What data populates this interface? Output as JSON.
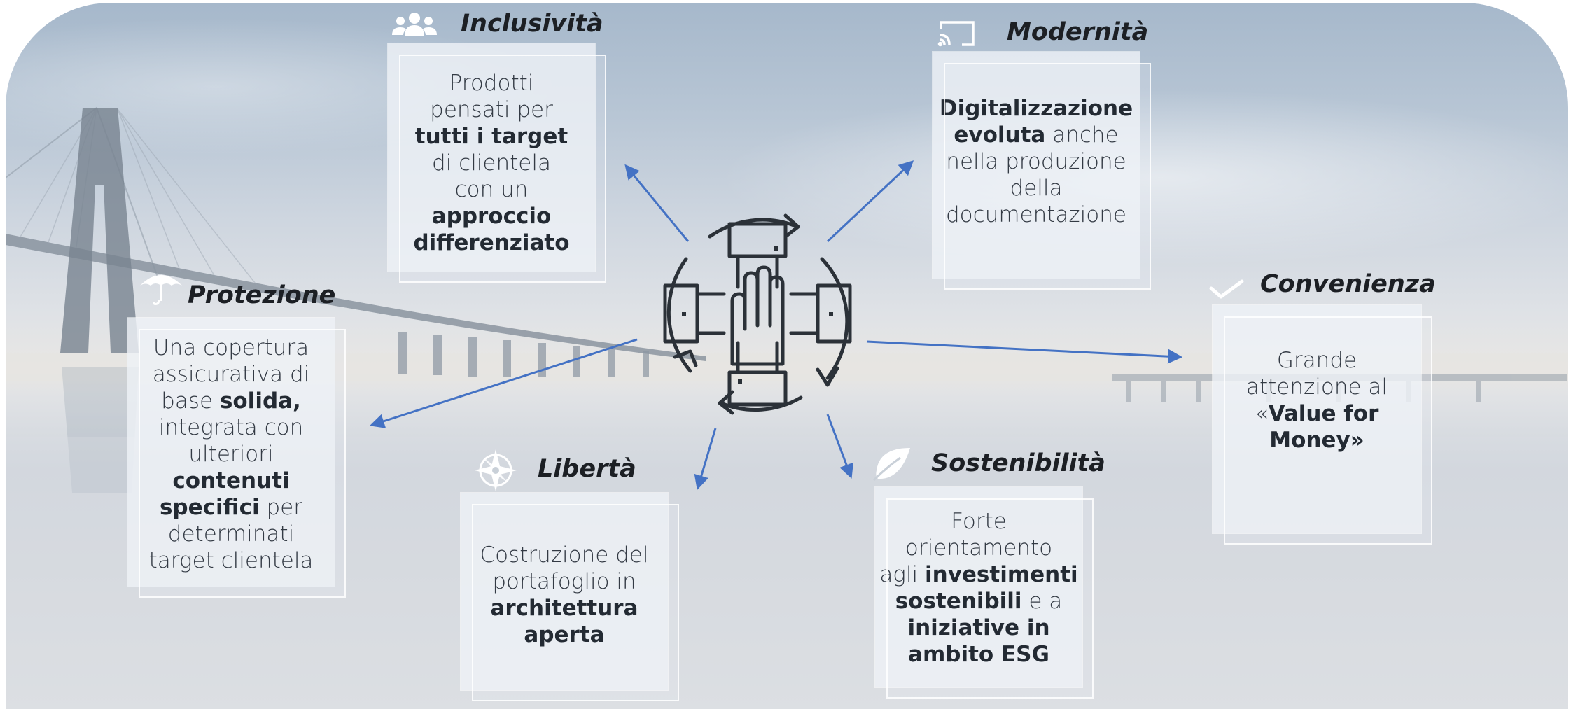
{
  "nodes": {
    "inclusivita": {
      "title": "Inclusività",
      "icon": "group-icon",
      "lines": [
        [
          {
            "t": "Prodotti",
            "b": false
          }
        ],
        [
          {
            "t": "pensati per",
            "b": false
          }
        ],
        [
          {
            "t": "tutti i target",
            "b": true
          }
        ],
        [
          {
            "t": "di clientela",
            "b": false
          }
        ],
        [
          {
            "t": "con un",
            "b": false
          }
        ],
        [
          {
            "t": "approccio",
            "b": true
          }
        ],
        [
          {
            "t": "differenziato",
            "b": true
          }
        ]
      ]
    },
    "modernita": {
      "title": "Modernità",
      "icon": "cast-screen-icon",
      "lines": [
        [
          {
            "t": "Digitalizzazione",
            "b": true
          }
        ],
        [
          {
            "t": "evoluta",
            "b": true
          },
          {
            "t": " anche",
            "b": false
          }
        ],
        [
          {
            "t": "nella produzione",
            "b": false
          }
        ],
        [
          {
            "t": "della",
            "b": false
          }
        ],
        [
          {
            "t": "documentazione",
            "b": false
          }
        ]
      ]
    },
    "protezione": {
      "title": "Protezione",
      "icon": "umbrella-icon",
      "lines": [
        [
          {
            "t": "Una copertura",
            "b": false
          }
        ],
        [
          {
            "t": "assicurativa di",
            "b": false
          }
        ],
        [
          {
            "t": "base ",
            "b": false
          },
          {
            "t": "solida,",
            "b": true
          }
        ],
        [
          {
            "t": "integrata con",
            "b": false
          }
        ],
        [
          {
            "t": "ulteriori",
            "b": false
          }
        ],
        [
          {
            "t": "contenuti",
            "b": true
          }
        ],
        [
          {
            "t": "specifici",
            "b": true
          },
          {
            "t": " per",
            "b": false
          }
        ],
        [
          {
            "t": "determinati",
            "b": false
          }
        ],
        [
          {
            "t": "target clientela",
            "b": false
          }
        ]
      ]
    },
    "convenienza": {
      "title": "Convenienza",
      "icon": "checkmark-icon",
      "lines": [
        [
          {
            "t": "Grande",
            "b": false
          }
        ],
        [
          {
            "t": "attenzione al",
            "b": false
          }
        ],
        [
          {
            "t": "«",
            "b": false
          },
          {
            "t": "Value for",
            "b": true
          }
        ],
        [
          {
            "t": "Money»",
            "b": true
          }
        ]
      ]
    },
    "liberta": {
      "title": "Libertà",
      "icon": "compass-icon",
      "lines": [
        [
          {
            "t": "Costruzione del",
            "b": false
          }
        ],
        [
          {
            "t": "portafoglio in",
            "b": false
          }
        ],
        [
          {
            "t": "architettura",
            "b": true
          }
        ],
        [
          {
            "t": "aperta",
            "b": true
          }
        ]
      ]
    },
    "sostenibilita": {
      "title": "Sostenibilità",
      "icon": "leaf-icon",
      "lines": [
        [
          {
            "t": "Forte",
            "b": false
          }
        ],
        [
          {
            "t": "orientamento",
            "b": false
          }
        ],
        [
          {
            "t": "agli ",
            "b": false
          },
          {
            "t": "investimenti",
            "b": true
          }
        ],
        [
          {
            "t": "sostenibili",
            "b": true
          },
          {
            "t": " e a",
            "b": false
          }
        ],
        [
          {
            "t": "iniziative in",
            "b": true
          }
        ],
        [
          {
            "t": "ambito ESG",
            "b": true
          }
        ]
      ]
    }
  },
  "center": {
    "icon": "teamwork-hands-cycle-icon"
  },
  "colors": {
    "arrow": "#4472c4",
    "title": "#1c1f24",
    "text": "#333a44",
    "icon_dark": "#2b3138"
  }
}
